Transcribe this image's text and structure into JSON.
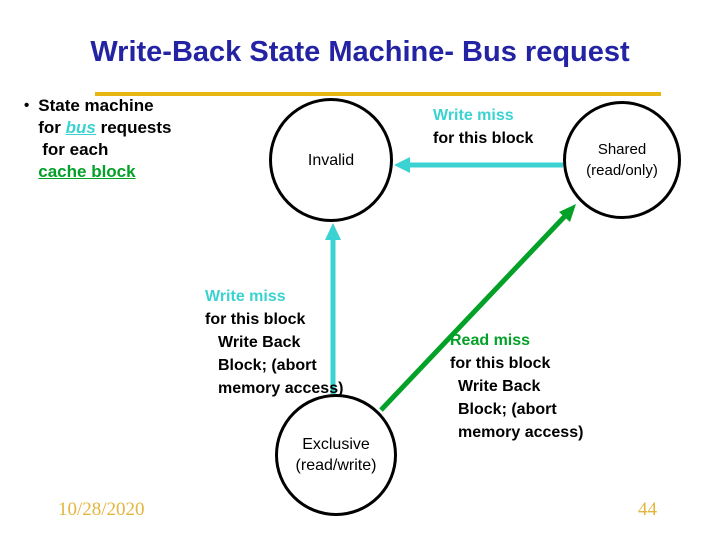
{
  "slide": {
    "title": "Write-Back State Machine- Bus request",
    "date": "10/28/2020",
    "page_number": "44"
  },
  "bullet": {
    "marker": "•",
    "line1": "State machine",
    "line2_prefix": "for ",
    "line2_link": "bus",
    "line2_suffix": " requests",
    "line3": "for each",
    "line4": "cache block"
  },
  "states": {
    "invalid": {
      "label": "Invalid"
    },
    "shared": {
      "label_line1": "Shared",
      "label_line2": "(read/only)"
    },
    "exclusive": {
      "label_line1": "Exclusive",
      "label_line2": "(read/write)"
    }
  },
  "transitions": {
    "shared_to_invalid": {
      "from": "Shared",
      "to": "Invalid",
      "event": "Write miss",
      "condition": "for this block"
    },
    "exclusive_to_invalid": {
      "from": "Exclusive",
      "to": "Invalid",
      "event": "Write miss",
      "condition": "for this block",
      "action_line1": "Write Back",
      "action_line2": "Block; (abort",
      "action_line3": "memory access)"
    },
    "exclusive_to_shared": {
      "from": "Exclusive",
      "to": "Shared",
      "event": "Read miss",
      "condition": "for this block",
      "action_line1": "Write Back",
      "action_line2": "Block; (abort",
      "action_line3": "memory access)"
    }
  },
  "colors": {
    "title_blue": "#2323A3",
    "accent_cyan": "#3BD2D2",
    "accent_green": "#04A128",
    "rule_gold": "#E8B613",
    "footer_gold": "#E3B53C"
  }
}
